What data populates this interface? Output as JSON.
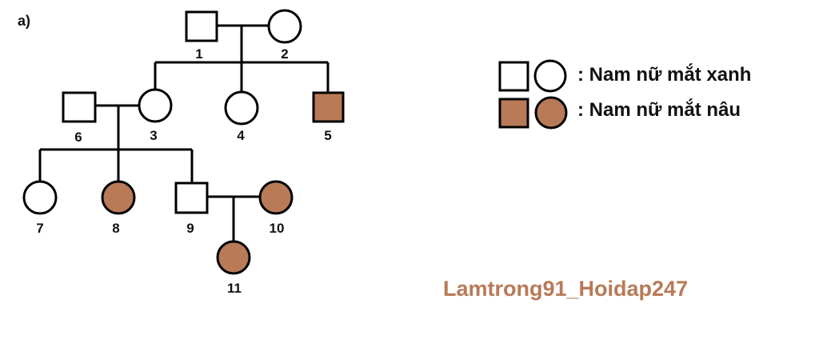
{
  "figure": {
    "part_label": "a)",
    "legend": [
      {
        "text": ": Nam nữ mắt xanh",
        "fill": "#ffffff",
        "meaning": "unaffected"
      },
      {
        "text": ": Nam nữ mắt nâu",
        "fill": "#b87a57",
        "meaning": "affected"
      }
    ],
    "watermark": "Lamtrong91_Hoidap247",
    "colors": {
      "stroke": "#000000",
      "unaffected_fill": "#ffffff",
      "affected_fill": "#b87a57",
      "watermark": "#b87a57"
    }
  },
  "pedigree": {
    "individuals": [
      {
        "id": "1",
        "sex": "male",
        "phenotype": "blue eyes"
      },
      {
        "id": "2",
        "sex": "female",
        "phenotype": "blue eyes"
      },
      {
        "id": "3",
        "sex": "female",
        "phenotype": "blue eyes"
      },
      {
        "id": "4",
        "sex": "female",
        "phenotype": "blue eyes"
      },
      {
        "id": "5",
        "sex": "male",
        "phenotype": "brown eyes"
      },
      {
        "id": "6",
        "sex": "male",
        "phenotype": "blue eyes"
      },
      {
        "id": "7",
        "sex": "female",
        "phenotype": "blue eyes"
      },
      {
        "id": "8",
        "sex": "female",
        "phenotype": "brown eyes"
      },
      {
        "id": "9",
        "sex": "male",
        "phenotype": "blue eyes"
      },
      {
        "id": "10",
        "sex": "female",
        "phenotype": "brown eyes"
      },
      {
        "id": "11",
        "sex": "female",
        "phenotype": "brown eyes"
      }
    ],
    "couples": [
      [
        "1",
        "2"
      ],
      [
        "6",
        "3"
      ],
      [
        "9",
        "10"
      ]
    ],
    "children": {
      "1-2": [
        "3",
        "4",
        "5"
      ],
      "6-3": [
        "7",
        "8",
        "9"
      ],
      "9-10": [
        "11"
      ]
    }
  }
}
